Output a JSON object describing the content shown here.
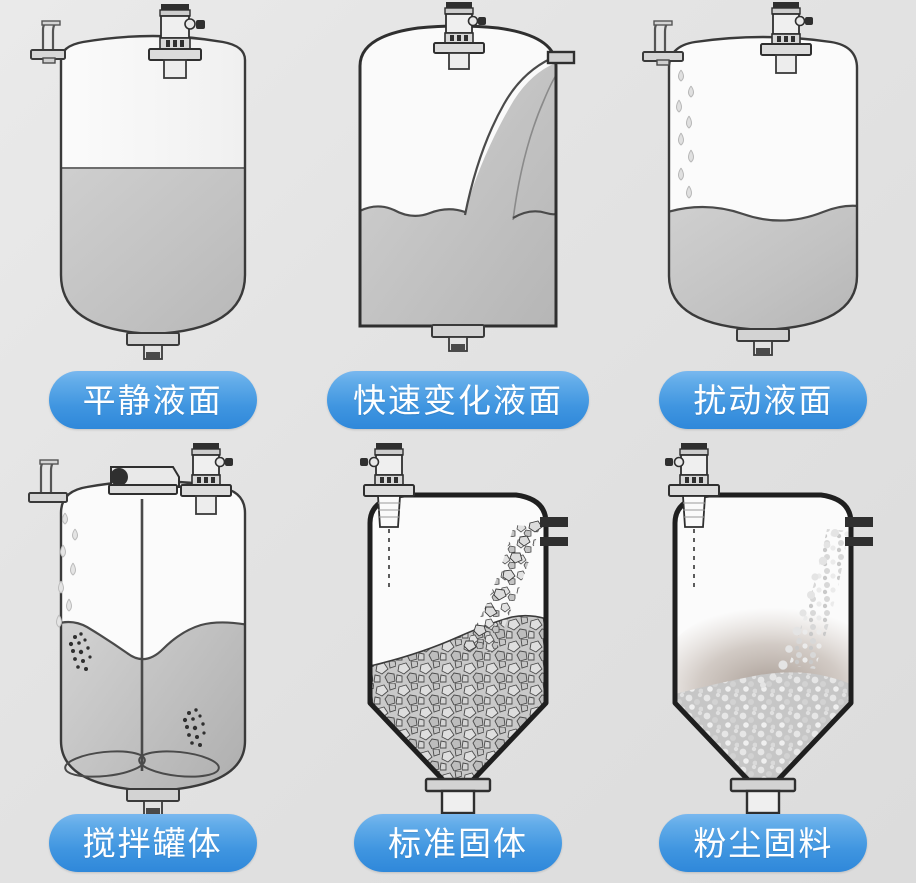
{
  "page": {
    "background_color": "#e3e3e3",
    "accent_color": "#3f95e0",
    "liquid_color": "#c2c2c2",
    "solid_color": "#b9b9b9",
    "outline_color": "#3a3a3a"
  },
  "cells": [
    {
      "id": "calm-liquid-surface",
      "label": "平静液面",
      "scene": "tank-round-bottom-calm-liquid",
      "features": [
        "inlet-pipe",
        "radar-level-sensor",
        "flat-liquid-surface",
        "bottom-outlet-valve"
      ]
    },
    {
      "id": "fast-changing-liquid-surface",
      "label": "快速变化液面",
      "scene": "tank-side-jet-inflow",
      "features": [
        "side-inlet-nozzle",
        "radar-level-sensor",
        "liquid-jet-stream",
        "wavy-liquid-surface",
        "bottom-outlet-valve"
      ]
    },
    {
      "id": "agitated-liquid-surface",
      "label": "扰动液面",
      "scene": "tank-dripping-inflow",
      "features": [
        "inlet-pipe",
        "radar-level-sensor",
        "falling-droplets",
        "undulating-liquid-surface",
        "bottom-outlet-valve"
      ]
    },
    {
      "id": "stirred-tank-vessel",
      "label": "搅拌罐体",
      "scene": "tank-with-agitator",
      "features": [
        "inlet-pipe",
        "agitator-motor",
        "radar-level-sensor",
        "falling-droplets",
        "stirring-shaft",
        "impeller-blades",
        "bubble-clusters",
        "turbulent-liquid-surface",
        "bottom-outlet-valve"
      ]
    },
    {
      "id": "standard-solids",
      "label": "标准固体",
      "scene": "silo-granular-solids",
      "features": [
        "radar-level-sensor",
        "horn-antenna",
        "radar-beam-dotted-line",
        "side-inlet-nozzle",
        "falling-granules",
        "heaped-solid-surface",
        "conical-hopper",
        "bottom-outlet-flange"
      ]
    },
    {
      "id": "dusty-solids",
      "label": "粉尘固料",
      "scene": "silo-dusty-solids",
      "features": [
        "radar-level-sensor",
        "horn-antenna",
        "radar-beam-dotted-line",
        "side-inlet-nozzle",
        "falling-powder",
        "dust-cloud",
        "heaped-solid-surface",
        "conical-hopper",
        "bottom-outlet-flange"
      ]
    }
  ]
}
